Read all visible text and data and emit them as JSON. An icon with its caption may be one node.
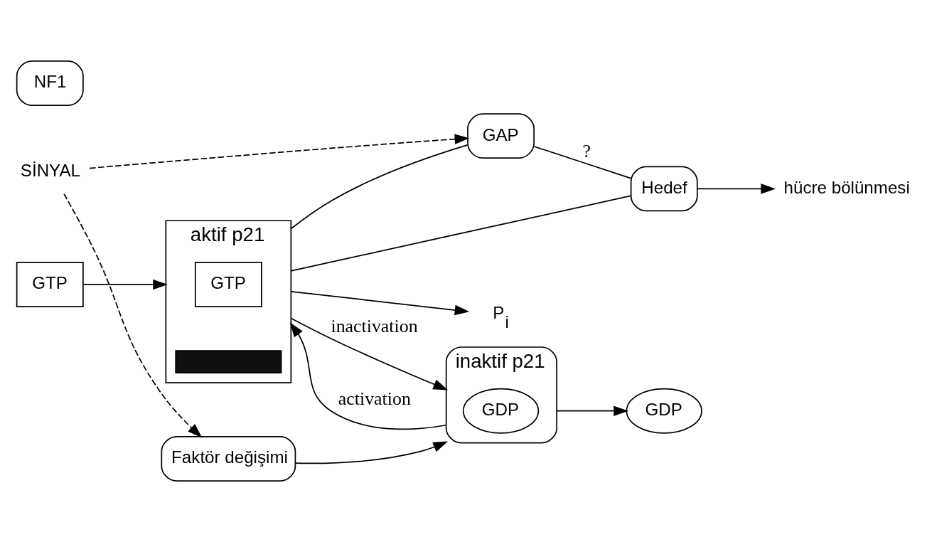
{
  "diagram": {
    "nodes": [
      {
        "text": [
          "Faktör değişimi"
        ]
      },
      {
        "text": [
          "GDP"
        ]
      },
      {
        "text": [
          "GTP"
        ]
      },
      {
        "text": [
          "inaktif p21"
        ]
      },
      {
        "text": [
          "GDP"
        ],
        "in": 3
      },
      {
        "text": [
          "aktif p21"
        ]
      },
      {
        "text": [
          "GTP"
        ],
        "in": 5
      },
      {
        "text": [],
        "shape": "bar",
        "in": 5
      },
      {
        "text": [
          "GAP"
        ]
      },
      {
        "text": [
          "NF1"
        ]
      },
      {
        "text": [
          "Hedef"
        ]
      },
      {
        "text": [
          "P$_{i}$"
        ]
      },
      {
        "text": [
          "SİNYAL"
        ]
      },
      {
        "text": [
          "hücre bölünmesi"
        ]
      }
    ],
    "edges": [
      {
        "from": 0,
        "to": 3,
        "arrow": "to"
      },
      {
        "from": 12,
        "to": 0,
        "arrow": "to",
        "style": "dashed"
      },
      {
        "from": 3,
        "to": 5,
        "arrow": "to",
        "label": "activation"
      },
      {
        "from": 3,
        "to": 1,
        "arrow": "to"
      },
      {
        "from": 2,
        "to": 5,
        "arrow": "to"
      },
      {
        "from": 5,
        "to": 3,
        "arrow": "to",
        "label": "inactivation"
      },
      {
        "from": 5,
        "to": 11,
        "arrow": "to"
      },
      {
        "from": 12,
        "to": 8,
        "arrow": "to",
        "style": "dashed"
      },
      {
        "from": 5,
        "to": 8,
        "arrow": "none"
      },
      {
        "from": 5,
        "to": 10,
        "arrow": "none"
      },
      {
        "from": 8,
        "to": 10,
        "arrow": "none",
        "label": "?"
      },
      {
        "from": 10,
        "to": 13,
        "arrow": "to"
      }
    ]
  }
}
